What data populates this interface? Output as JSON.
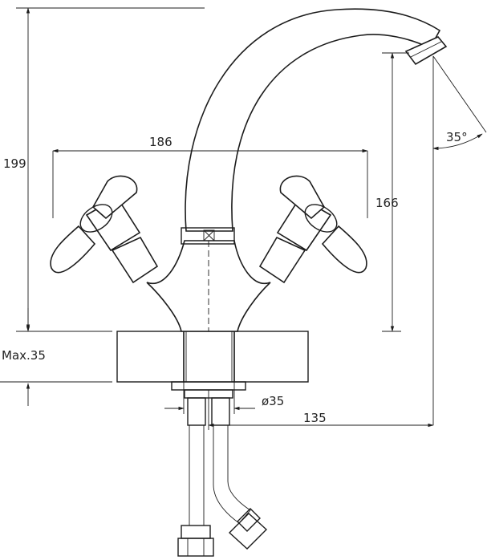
{
  "dimensions": {
    "total_height": "199",
    "handle_span": "186",
    "spout_height": "166",
    "spout_angle": "35°",
    "max_thickness": "Max.35",
    "hole_diameter": "ø35",
    "spout_reach": "135"
  },
  "colors": {
    "line": "#1c1c1c",
    "background": "#ffffff"
  }
}
